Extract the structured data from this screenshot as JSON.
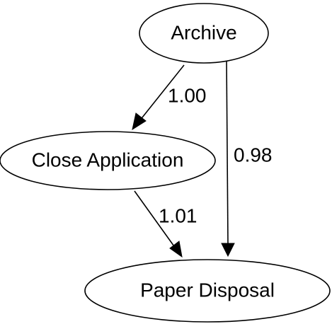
{
  "nodes": {
    "archive": {
      "label": "Archive"
    },
    "close_application": {
      "label": "Close Application"
    },
    "paper_disposal": {
      "label": "Paper Disposal"
    }
  },
  "edges": {
    "archive_to_close_application": {
      "label": "1.00"
    },
    "archive_to_paper_disposal": {
      "label": "0.98"
    },
    "close_application_to_paper_disposal": {
      "label": "1.01"
    }
  }
}
